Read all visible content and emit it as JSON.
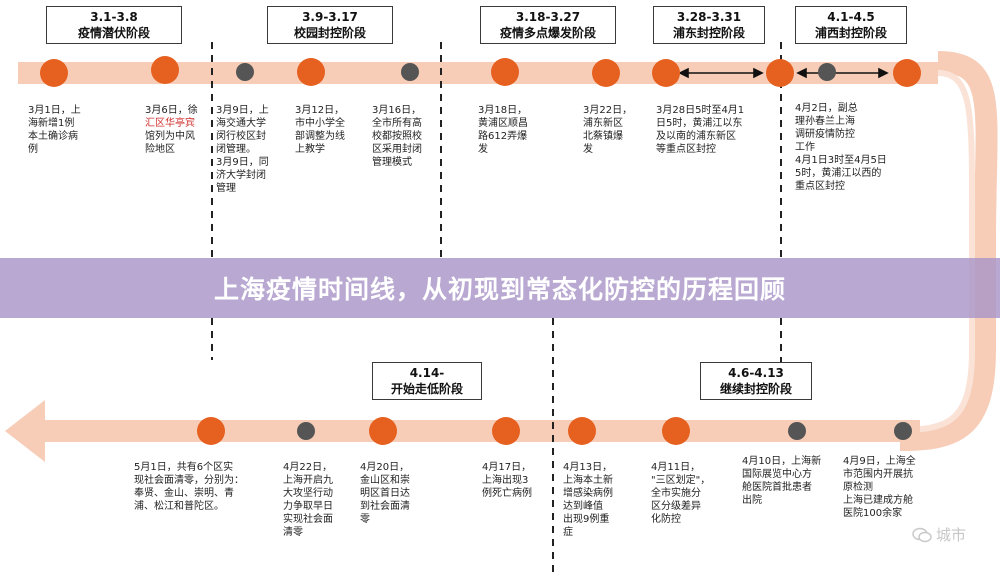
{
  "title": "上海疫情时间线，从初现到常态化防控的历程回顾",
  "watermark": "城市",
  "colors": {
    "track": "#f7cdb8",
    "dot_orange": "#e66020",
    "dot_grey": "#555555",
    "banner": "#a996c8"
  },
  "phases_top": [
    {
      "date": "3.1-3.8",
      "name": "疫情潜伏阶段"
    },
    {
      "date": "3.9-3.17",
      "name": "校园封控阶段"
    },
    {
      "date": "3.18-3.27",
      "name": "疫情多点爆发阶段"
    },
    {
      "date": "3.28-3.31",
      "name": "浦东封控阶段"
    },
    {
      "date": "4.1-4.5",
      "name": "浦西封控阶段"
    }
  ],
  "phases_bottom": [
    {
      "date": "4.14-",
      "name": "开始走低阶段"
    },
    {
      "date": "4.6-4.13",
      "name": "继续封控阶段"
    }
  ],
  "notes_top": [
    {
      "lines": [
        "3月1日，上",
        "海新增1例",
        "本土确诊病",
        "例"
      ]
    },
    {
      "lines": [
        "3月6日，徐",
        "汇区华亭宾",
        "馆列为中风",
        "险地区"
      ]
    },
    {
      "lines": [
        "3月9日，上",
        "海交通大学",
        "闵行校区封",
        "闭管理。",
        "3月9日，同",
        "济大学封闭",
        "管理"
      ]
    },
    {
      "lines": [
        "3月12日，",
        "市中小学全",
        "部调整为线",
        "上教学"
      ]
    },
    {
      "lines": [
        "3月16日，",
        "全市所有高",
        "校都按照校",
        "区采用封闭",
        "管理模式"
      ]
    },
    {
      "lines": [
        "3月18日，",
        "黄浦区顺昌",
        "路612弄爆",
        "发"
      ]
    },
    {
      "lines": [
        "3月22日，",
        "浦东新区",
        "北蔡镇爆",
        "发"
      ]
    },
    {
      "lines": [
        "3月28日5时至4月1",
        "日5时，黄浦江以东",
        "及以南的浦东新区",
        "等重点区封控"
      ]
    },
    {
      "lines": [
        "4月2日，副总",
        "理孙春兰上海",
        "调研疫情防控",
        "工作",
        "4月1日3时至4月5日",
        "5时，黄浦江以西的",
        "重点区封控"
      ]
    }
  ],
  "notes_bottom": [
    {
      "lines": [
        "5月1日，共有6个区实",
        "现社会面清零，分别为：",
        "奉贤、金山、崇明、青",
        "浦、松江和普陀区。"
      ]
    },
    {
      "lines": [
        "4月22日，",
        "上海开启九",
        "大攻坚行动",
        "力争取早日",
        "实现社会面",
        "清零"
      ]
    },
    {
      "lines": [
        "4月20日，",
        "金山区和崇",
        "明区首日达",
        "到社会面清",
        "零"
      ]
    },
    {
      "lines": [
        "4月17日，",
        "上海出现3",
        "例死亡病例"
      ]
    },
    {
      "lines": [
        "4月13日，",
        "上海本土新",
        "增感染病例",
        "达到峰值",
        "出现9例重",
        "症"
      ]
    },
    {
      "lines": [
        "4月11日，",
        "\"三区划定\"，",
        "全市实施分",
        "区分级差异",
        "化防控"
      ]
    },
    {
      "lines": [
        "4月10日，上海新",
        "国际展览中心方",
        "舱医院首批患者",
        "出院"
      ]
    },
    {
      "lines": [
        "4月9日，上海全",
        "市范围内开展抗",
        "原检测",
        "上海已建成方舱",
        "医院100余家"
      ]
    }
  ]
}
